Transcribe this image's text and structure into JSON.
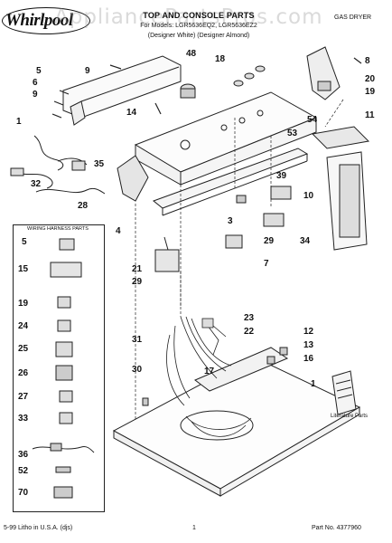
{
  "header": {
    "brand": "Whirlpool",
    "title": "TOP AND CONSOLE PARTS",
    "models_line": "For Models: LGR5636EQ2, LGR5636EZ2",
    "colors_line": "(Designer White) (Designer Almond)",
    "category": "GAS DRYER",
    "watermark": "AppliancePartsPros.com"
  },
  "legend": {
    "title": "WIRING HARNESS PARTS"
  },
  "callouts": {
    "c5": "5",
    "c6": "6",
    "c9a": "9",
    "c9b": "9",
    "c14": "14",
    "c48": "48",
    "c18": "18",
    "c8": "8",
    "c20": "20",
    "c19": "19",
    "c11": "11",
    "c54": "54",
    "c53": "53",
    "c1a": "1",
    "c35": "35",
    "c32": "32",
    "c28": "28",
    "c39": "39",
    "c10": "10",
    "c3": "3",
    "c4": "4",
    "c29a": "29",
    "c34": "34",
    "c7": "7",
    "c21": "21",
    "c29b": "29",
    "c23": "23",
    "c22": "22",
    "c31": "31",
    "c17": "17",
    "c12": "12",
    "c13": "13",
    "c16": "16",
    "c30": "30",
    "c1b": "1",
    "l5": "5",
    "l15": "15",
    "l19": "19",
    "l24": "24",
    "l25": "25",
    "l26": "26",
    "l27": "27",
    "l33": "33",
    "l36": "36",
    "l52": "52",
    "l70": "70"
  },
  "literature_label": "Literature Parts",
  "footer": {
    "left": "5-99 Litho in U.S.A. (djs)",
    "center": "1",
    "right": "Part No. 4377960"
  }
}
